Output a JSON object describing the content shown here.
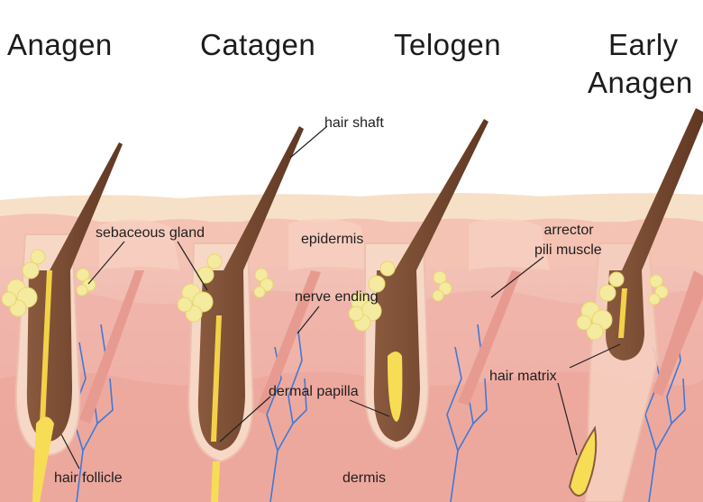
{
  "phases": {
    "anagen": "Anagen",
    "catagen": "Catagen",
    "telogen": "Telogen",
    "early_anagen_line1": "Early",
    "early_anagen_line2": "Anagen"
  },
  "labels": {
    "hair_shaft": "hair shaft",
    "sebaceous_gland": "sebaceous gland",
    "epidermis": "epidermis",
    "arrector_line1": "arrector",
    "arrector_line2": "pili muscle",
    "nerve_ending": "nerve ending",
    "dermal_papilla": "dermal papilla",
    "hair_matrix": "hair matrix",
    "hair_follicle": "hair follicle",
    "dermis": "dermis"
  },
  "colors": {
    "skin_top": "#f6dcc4",
    "epidermis": "#f2c1b2",
    "dermis": "#f1b3a9",
    "hair": "#7a4a32",
    "bulb": "#5e341f",
    "papilla": "#f6dd55",
    "gland": "#f4eaa0",
    "nerve": "#3f79d6"
  }
}
